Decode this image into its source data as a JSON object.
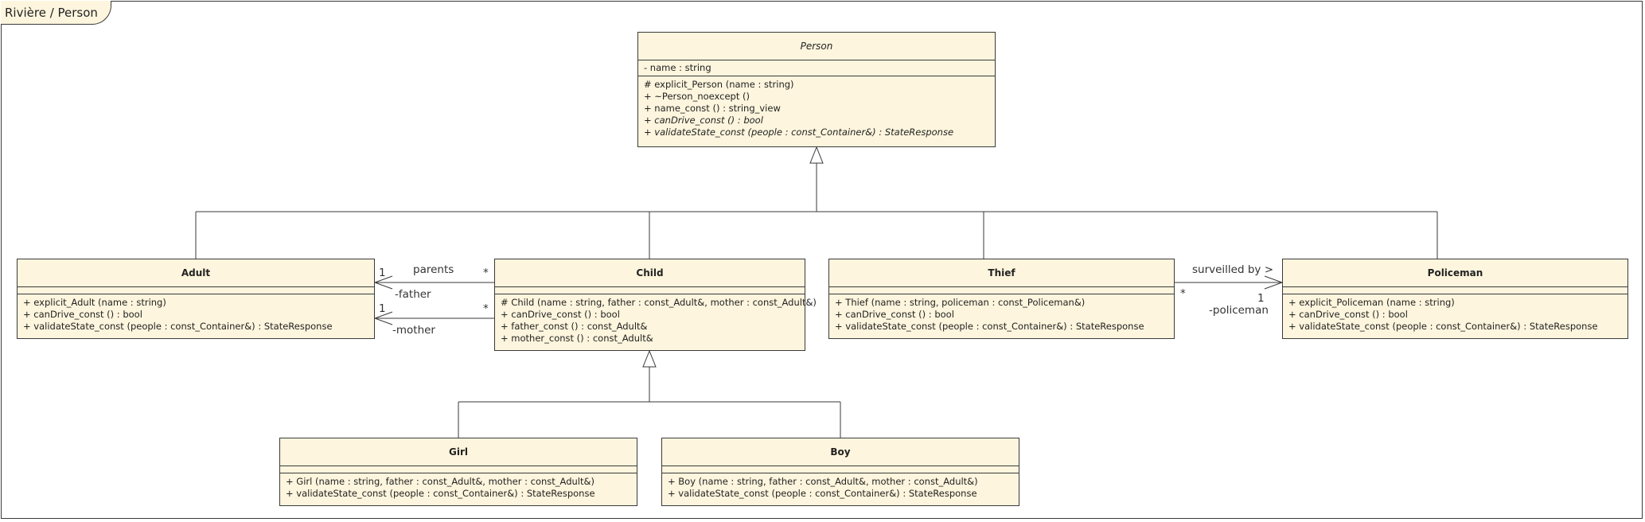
{
  "frame": {
    "title": "Rivière / Person"
  },
  "classes": {
    "person": {
      "name": "Person",
      "attributes": [
        "- name : string"
      ],
      "operations": [
        "# explicit_Person (name : string)",
        "+ ~Person_noexcept ()",
        "+ name_const () : string_view",
        "+ canDrive_const () : bool",
        "+ validateState_const (people : const_Container&) : StateResponse"
      ]
    },
    "adult": {
      "name": "Adult",
      "operations": [
        "+ explicit_Adult (name : string)",
        "+ canDrive_const () : bool",
        "+ validateState_const (people : const_Container&) : StateResponse"
      ]
    },
    "child": {
      "name": "Child",
      "operations": [
        "# Child (name : string, father : const_Adult&, mother : const_Adult&)",
        "+ canDrive_const () : bool",
        "+ father_const () : const_Adult&",
        "+ mother_const () : const_Adult&"
      ]
    },
    "thief": {
      "name": "Thief",
      "operations": [
        "+ Thief (name : string, policeman : const_Policeman&)",
        "+ canDrive_const () : bool",
        "+ validateState_const (people : const_Container&) : StateResponse"
      ]
    },
    "policeman": {
      "name": "Policeman",
      "operations": [
        "+ explicit_Policeman (name : string)",
        "+ canDrive_const () : bool",
        "+ validateState_const (people : const_Container&) : StateResponse"
      ]
    },
    "girl": {
      "name": "Girl",
      "operations": [
        "+ Girl (name : string, father : const_Adult&, mother : const_Adult&)",
        "+ validateState_const (people : const_Container&) : StateResponse"
      ]
    },
    "boy": {
      "name": "Boy",
      "operations": [
        "+ Boy (name : string, father : const_Adult&, mother : const_Adult&)",
        "+ validateState_const (people : const_Container&) : StateResponse"
      ]
    }
  },
  "associations": {
    "parents": {
      "name": "parents",
      "adult_mult_father": "1",
      "child_mult_father": "*",
      "father_role": "-father",
      "adult_mult_mother": "1",
      "child_mult_mother": "*",
      "mother_role": "-mother"
    },
    "surveilled": {
      "name": "surveilled by >",
      "thief_mult": "*",
      "policeman_mult": "1",
      "policeman_role": "-policeman"
    }
  },
  "style": {
    "class_fill": "#fdf5dd",
    "line": "#3a3a3a"
  }
}
